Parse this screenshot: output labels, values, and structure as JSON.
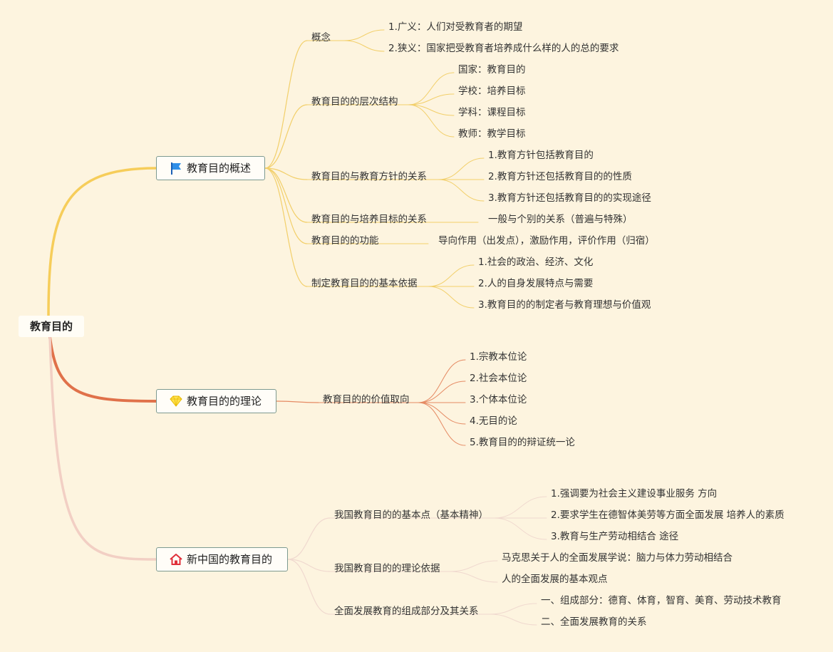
{
  "root": {
    "title": "教育目的"
  },
  "branches": [
    {
      "title": "教育目的概述",
      "icon": "blue-flag-icon",
      "color": "#f6cd5a",
      "children": [
        {
          "label": "概念",
          "leaves": [
            "1.广义：人们对受教育者的期望",
            "2.狭义：国家把受教育者培养成什么样的人的总的要求"
          ]
        },
        {
          "label": "教育目的的层次结构",
          "leaves": [
            "国家：教育目的",
            "学校：培养目标",
            "学科：课程目标",
            "教师：教学目标"
          ]
        },
        {
          "label": "教育目的与教育方针的关系",
          "leaves": [
            "1.教育方针包括教育目的",
            "2.教育方针还包括教育目的的性质",
            "3.教育方针还包括教育目的的实现途径"
          ]
        },
        {
          "label": "教育目的与培养目标的关系",
          "leaves": [
            "一般与个别的关系（普遍与特殊）"
          ]
        },
        {
          "label": "教育目的的功能",
          "leaves": [
            "导向作用（出发点），激励作用，评价作用（归宿）"
          ]
        },
        {
          "label": "制定教育目的的基本依据",
          "leaves": [
            "1.社会的政治、经济、文化",
            "2.人的自身发展特点与需要",
            "3.教育目的的制定者与教育理想与价值观"
          ]
        }
      ]
    },
    {
      "title": "教育目的的理论",
      "icon": "diamond-icon",
      "color": "#e0714a",
      "children": [
        {
          "label": "教育目的的价值取向",
          "leaves": [
            "1.宗教本位论",
            "2.社会本位论",
            "3.个体本位论",
            "4.无目的论",
            "5.教育目的的辩证统一论"
          ]
        }
      ]
    },
    {
      "title": "新中国的教育目的",
      "icon": "house-icon",
      "color": "#f2cfc4",
      "children": [
        {
          "label": "我国教育目的的基本点（基本精神）",
          "leaves": [
            "1.强调要为社会主义建设事业服务 方向",
            "2.要求学生在德智体美劳等方面全面发展 培养人的素质",
            "3.教育与生产劳动相结合 途径"
          ]
        },
        {
          "label": "我国教育目的的理论依据",
          "leaves": [
            "马克思关于人的全面发展学说：脑力与体力劳动相结合",
            "人的全面发展的基本观点"
          ]
        },
        {
          "label": "全面发展教育的组成部分及其关系",
          "leaves": [
            "一、组成部分：德育、体育，智育、美育、劳动技术教育",
            "二、全面发展教育的关系"
          ]
        }
      ]
    }
  ]
}
